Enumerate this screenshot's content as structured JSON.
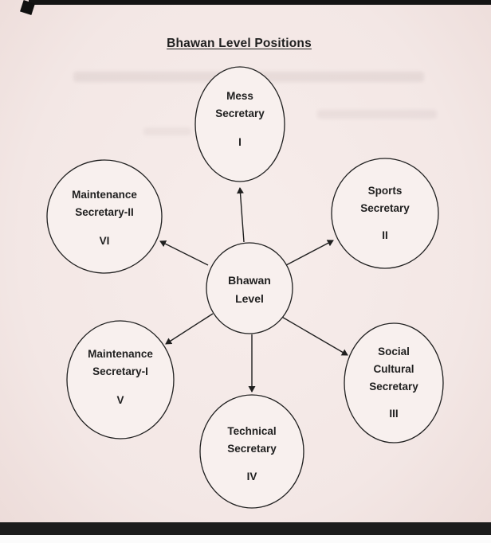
{
  "page": {
    "title": "Bhawan Level Positions"
  },
  "diagram": {
    "center": {
      "lines": [
        "Bhawan",
        "Level"
      ]
    },
    "nodes": [
      {
        "name": "mess-secretary",
        "lines": [
          "Mess",
          "Secretary"
        ],
        "numeral": "I"
      },
      {
        "name": "sports-secretary",
        "lines": [
          "Sports",
          "Secretary"
        ],
        "numeral": "II"
      },
      {
        "name": "social-cultural-secretary",
        "lines": [
          "Social",
          "Cultural",
          "Secretary"
        ],
        "numeral": "III"
      },
      {
        "name": "technical-secretary",
        "lines": [
          "Technical",
          "Secretary"
        ],
        "numeral": "IV"
      },
      {
        "name": "maintenance-secretary-1",
        "lines": [
          "Maintenance",
          "Secretary-I"
        ],
        "numeral": "V"
      },
      {
        "name": "maintenance-secretary-2",
        "lines": [
          "Maintenance",
          "Secretary-II"
        ],
        "numeral": "VI"
      }
    ],
    "colors": {
      "ink": "#1f1f1f",
      "paper": "#f3e7e5",
      "ellipse_fill": "#f8f0ee"
    }
  }
}
